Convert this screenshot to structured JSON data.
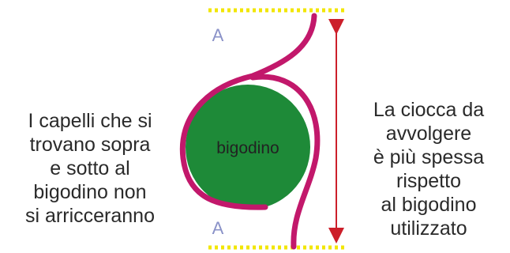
{
  "labels": {
    "curler": "bigodino",
    "marker_top": "A",
    "marker_bottom": "A"
  },
  "left_caption": {
    "lines": [
      "I capelli che si",
      "trovano sopra",
      "e sotto al",
      "bigodino non",
      "si arricceranno"
    ]
  },
  "right_caption": {
    "lines": [
      "La ciocca da",
      "avvolgere",
      "è più spessa",
      "rispetto",
      "al bigodino",
      "utilizzato"
    ]
  },
  "colors": {
    "curler_fill": "#1e8a38",
    "hair_strand": "#c2186b",
    "boundary_line": "#f2e600",
    "arrow": "#cc1f2a",
    "marker": "#8a92c8",
    "text": "#2a2a2a"
  }
}
